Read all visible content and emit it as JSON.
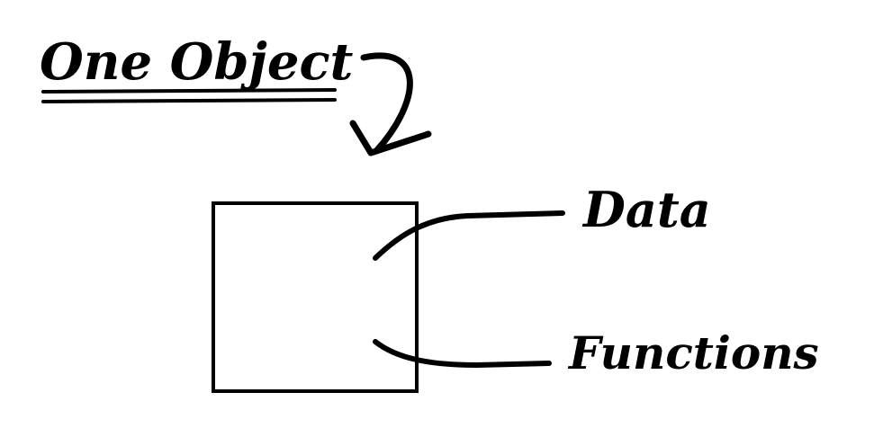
{
  "diagram": {
    "heading": "One Object",
    "labels": {
      "data": "Data",
      "functions": "Functions"
    },
    "colors": {
      "ink": "#000000",
      "background": "#ffffff"
    }
  }
}
